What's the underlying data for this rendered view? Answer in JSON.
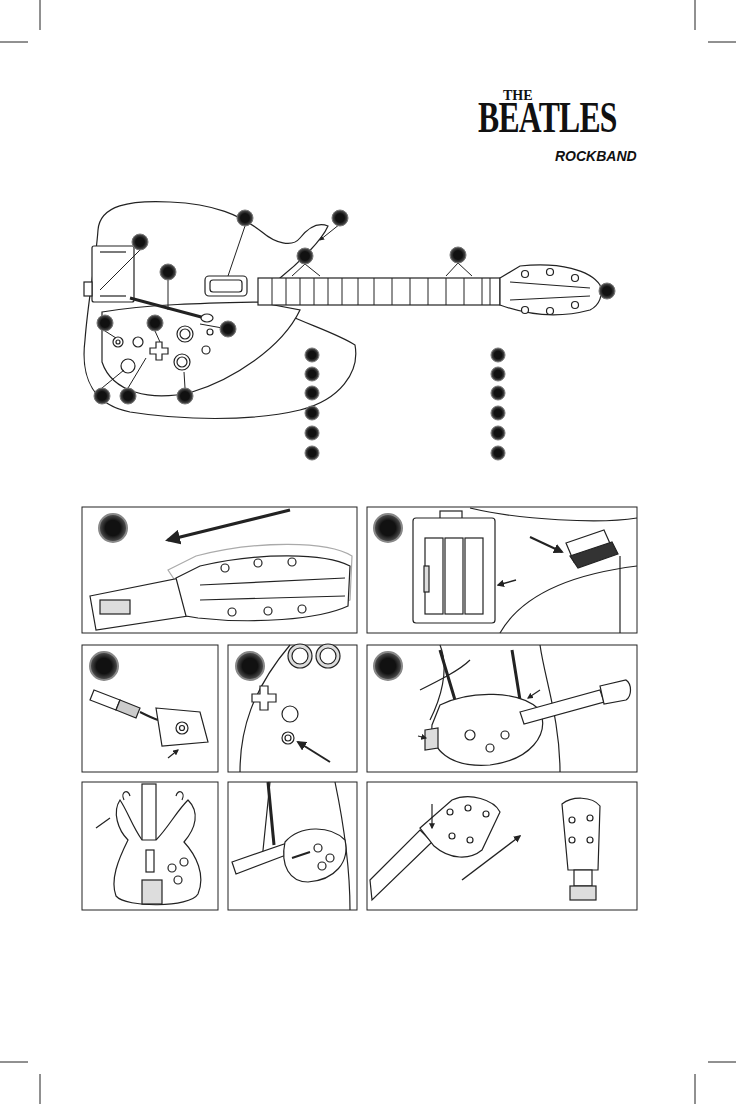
{
  "diagram": {
    "labels": [
      "THE",
      "BEATLES",
      "ROCKBAND"
    ]
  }
}
